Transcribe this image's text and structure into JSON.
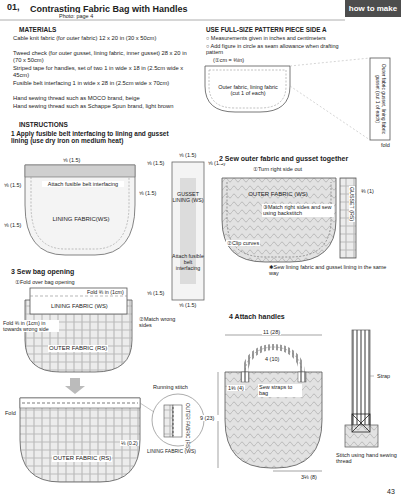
{
  "diagram": {
    "title": "Contrasting Fabric Bag with Handles",
    "nodes": [
      {
        "text": [
          "how to make"
        ]
      },
      {
        "text": [
          "Outer fabric, lining fabric (cut 1 of each)"
        ]
      },
      {
        "text": [
          "Outer fabric gusset, lining fabric gusset (cut 1 of each)"
        ]
      },
      {
        "text": [
          "LINING FABRIC(WS)"
        ]
      },
      {
        "text": [
          "GUSSET LINING (WS)",
          "Attach fusible belt interfacing"
        ]
      },
      {
        "text": [
          "OUTER FABRIC (WS)"
        ]
      }
    ],
    "labels": [
      "01,",
      "Photo: page 4",
      "MATERIALS",
      "Cable knit fabric (for outer fabric) 12 x 20 in (30 x 50cm)",
      "Tweed check (for outer gusset, lining fabric, inner gusset) 28 x 20 in (70 x 50cm)",
      "Striped tape for handles, set of two 1 in wide x 18 in (2.5cm wide x 45cm)",
      "Fusible belt interfacing 1 in wide x 28 in (2.5cm wide x 70cm)",
      "Hand sewing thread such as MOCO brand, beige",
      "Hand sewing thread such as Schappe Spun brand, light brown",
      "USE FULL-SIZE PATTERN PIECE SIDE A",
      "○ Measurements given in inches and centimeters",
      "○ Add figure in circle as seam allowance when drafting pattern",
      "(①cm = ⅜in)",
      "fold",
      "INSTRUCTIONS",
      "1 Apply fusible belt interfacing to lining and gusset lining (use dry iron on medium heat)",
      "⅝ (1.5)",
      "⅝ (1.5)",
      "⅝ (1.5)",
      "⅝ (1.5)",
      "Attach fusible belt interfacing",
      "⅝ (1.5)",
      "⅝ (1.5)",
      "⅝ (1.5)",
      "⅝ (1.5)",
      "⅝ (1.5)",
      "2 Sew outer fabric and gusset together",
      "①Turn right side out",
      "⅜ (1)",
      "③Match right sides and sew using backstitch",
      "②Clip curves",
      "✱Sew lining fabric and gusset lining in the same way",
      "GUSSET (RS)",
      "3 Sew bag opening",
      "①Fold over bag opening",
      "Fold ⅜ in (1cm)",
      "Fold ⅜ in (1cm) in towards wrong side",
      "②Match wrong sides",
      "Running stitch",
      "Fold",
      "⅛ (0.2)",
      "OUTER FABRIC (RS)",
      "LINING FABRIC (WS)",
      "OUTER FABRIC (RS)",
      "OUTER FABRIC (RS)",
      "LINING FABRIC (WS)",
      "4 Attach handles",
      "11 (28)",
      "4 (10)",
      "1⅜ (4)",
      "Sew straps to bag",
      "9 (23)",
      "3⅛ (8)",
      "Strap",
      "Stitch using hand sewing thread",
      "43"
    ]
  }
}
